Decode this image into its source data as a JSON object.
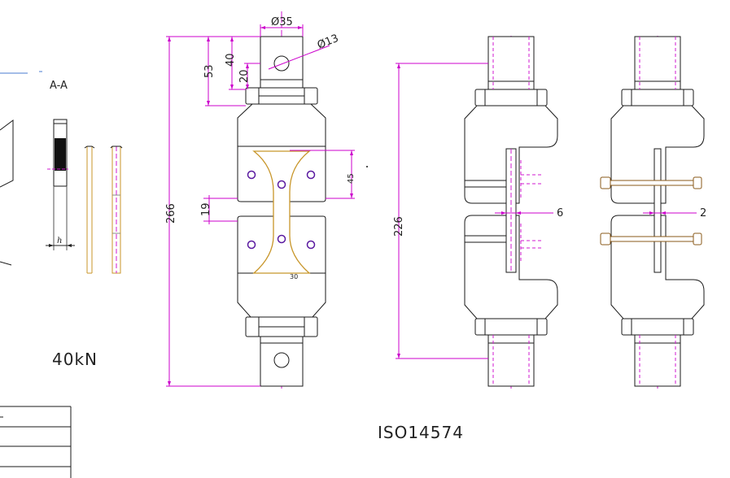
{
  "colors": {
    "outline": "#1a1a1a",
    "dimension": "#cc00cc",
    "centerline": "#d01ad0",
    "specimen": "#c8962a",
    "hole": "#5a1aa0",
    "leader": "#4a7bd0",
    "background": "#ffffff"
  },
  "section": {
    "label": "A-A",
    "h_label": "h"
  },
  "dimensions": {
    "d35": "Ø35",
    "d13": "Ø13",
    "l53": "53",
    "l40": "40",
    "l20": "20",
    "l266": "266",
    "l19": "19",
    "l45": "45",
    "l30": "30",
    "l226": "226",
    "l6": "6",
    "l2": "2"
  },
  "captions": {
    "load": "40kN",
    "standard": "ISO14574"
  },
  "title_block": {
    "rows": 4
  }
}
